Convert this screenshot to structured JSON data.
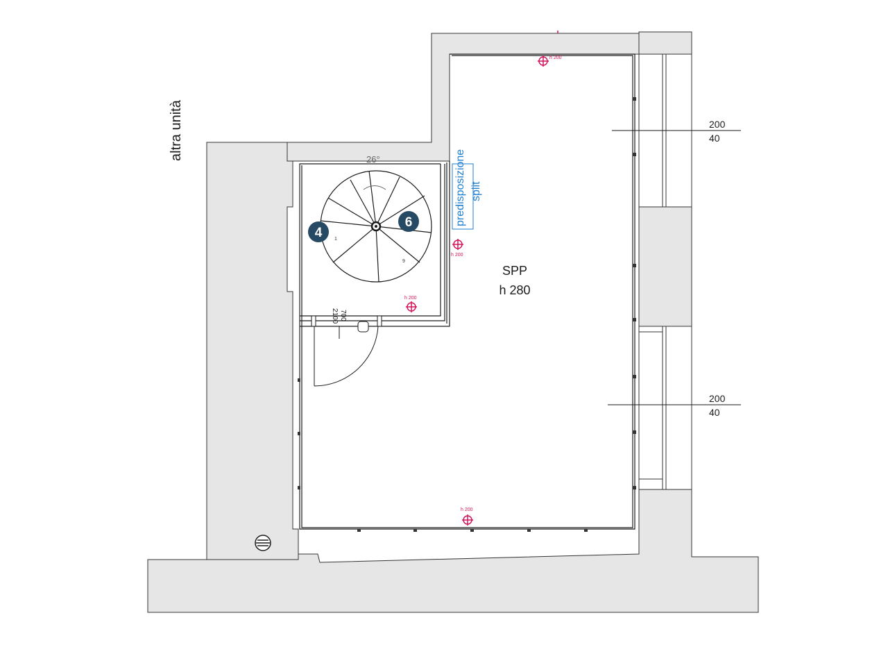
{
  "labels": {
    "neighbor_unit": "altra unità",
    "room_code": "SPP",
    "room_height": "h 280",
    "split_line1": "predisposizione",
    "split_line2": "split",
    "stair_angle": "26°",
    "door_width": "700",
    "door_height": "2100",
    "window_top_h": "200",
    "window_top_s": "40",
    "window_bottom_h": "200",
    "window_bottom_s": "40",
    "outlet_height": "h 200",
    "step_first": "1",
    "step_last": "9"
  },
  "badges": [
    {
      "number": "4",
      "color": "#264a63"
    },
    {
      "number": "6",
      "color": "#264a63"
    }
  ],
  "colors": {
    "wall": "#e6e6e6",
    "line": "#1a1a1a",
    "outlet": "#d4145a",
    "split": "#1f7fd0",
    "badge": "#264a63"
  }
}
